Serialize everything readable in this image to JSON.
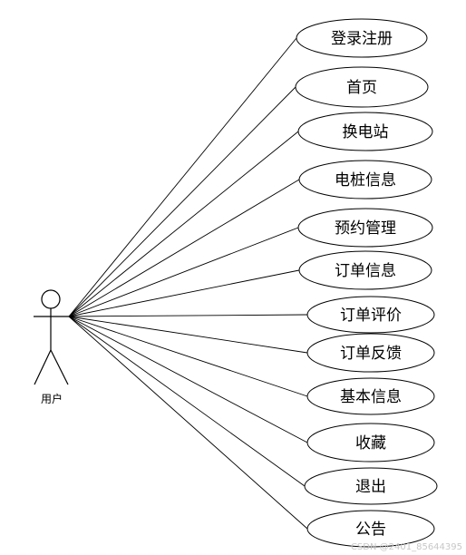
{
  "actor": {
    "label": "用户"
  },
  "use_cases": [
    {
      "label": "登录注册"
    },
    {
      "label": "首页"
    },
    {
      "label": "换电站"
    },
    {
      "label": "电桩信息"
    },
    {
      "label": "预约管理"
    },
    {
      "label": "订单信息"
    },
    {
      "label": "订单评价"
    },
    {
      "label": "订单反馈"
    },
    {
      "label": "基本信息"
    },
    {
      "label": "收藏"
    },
    {
      "label": "退出"
    },
    {
      "label": "公告"
    }
  ],
  "watermark": "CSDN @2401_85644395",
  "colors": {
    "stroke": "#000000",
    "background": "#ffffff",
    "watermark": "#c8c8c8"
  }
}
